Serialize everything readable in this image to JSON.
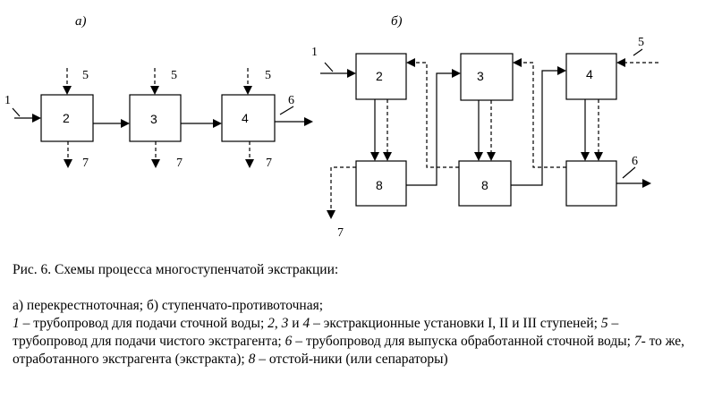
{
  "diagram_a": {
    "label": "а)",
    "blocks": [
      "2",
      "3",
      "4"
    ],
    "inputs": {
      "feed": "1",
      "fresh": [
        "5",
        "5",
        "5"
      ]
    },
    "outputs": {
      "product": "6",
      "extract": [
        "7",
        "7",
        "7"
      ]
    }
  },
  "diagram_b": {
    "label": "б)",
    "stages": [
      "2",
      "3",
      "4"
    ],
    "settlers": [
      "8",
      "8",
      ""
    ],
    "inputs": {
      "feed": "1",
      "fresh": "5"
    },
    "outputs": {
      "product": "6",
      "extract": "7"
    }
  },
  "caption": {
    "title": "Рис. 6. Схемы процесса многоступенчатой экстракции:",
    "line_types": "а) перекрестноточная; б) ступенчато-противоточная;",
    "n1": "1",
    "t1": " – трубопровод для подачи сточной воды; ",
    "n2": "2",
    "s2": ", ",
    "n3": "3",
    "s3": " и ",
    "n4": "4",
    "t4": " – экстракционные установки I, II и III ступеней;  ",
    "n5": "5",
    "t5": " – трубопровод для подачи чистого экстрагента; ",
    "n6": "6",
    "t6": " – трубопровод для выпуска обработанной сточной воды; ",
    "n7": "7",
    "t7": "- то же, отработанного экстрагента (экстракта); ",
    "n8": "8",
    "t8": " – отстой-ники (или сепараторы)"
  }
}
